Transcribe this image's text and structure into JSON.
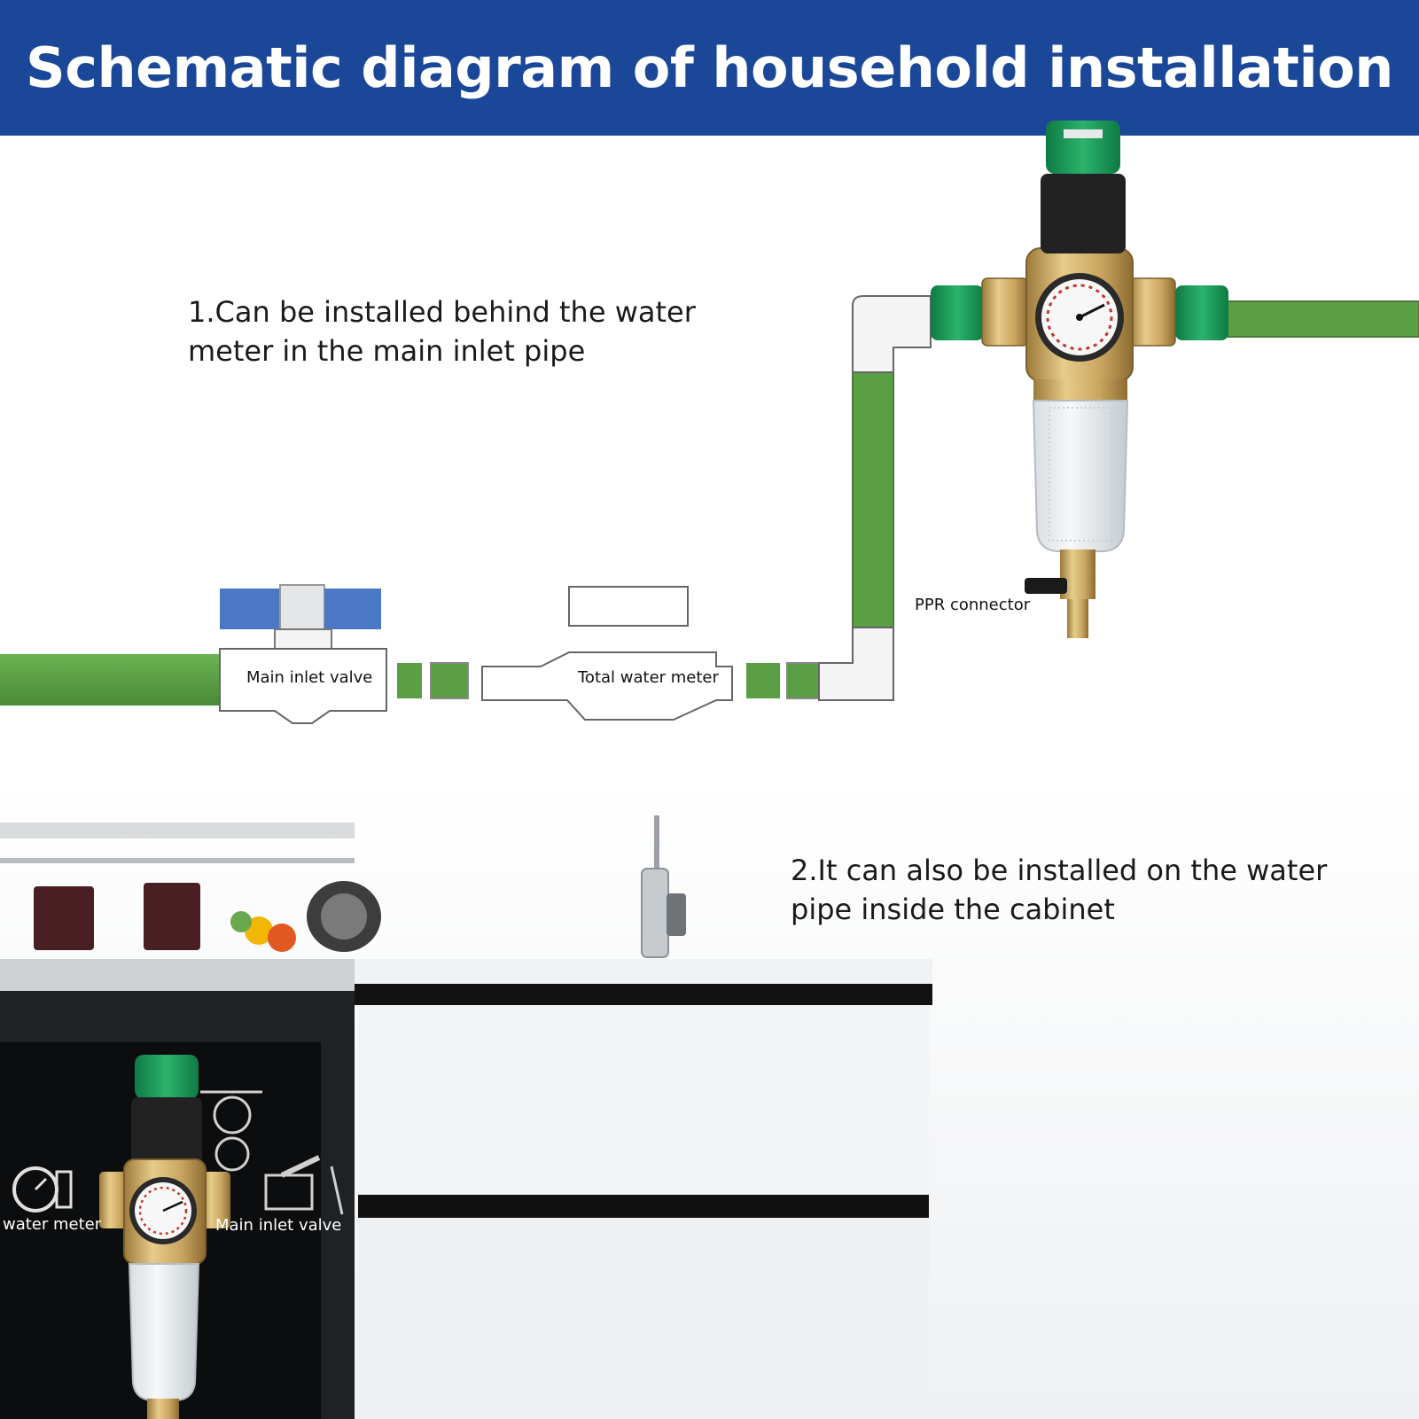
{
  "header": {
    "title": "Schematic diagram of household installation"
  },
  "colors": {
    "header_bg": "#1b4799",
    "pipe_green": "#5a9e45",
    "fitting_green": "#1f9a58",
    "brass": "#c9a660",
    "cabinet_dark": "#1f2224",
    "valve_blue": "#4a78c4"
  },
  "notes": {
    "note1": "1.Can be installed behind the water meter in the main inlet pipe",
    "note2": "2.It can also be installed on the water pipe inside the cabinet"
  },
  "labels": {
    "main_inlet_valve": "Main inlet valve",
    "total_water_meter": "Total water meter",
    "ppr_connector": "PPR connector",
    "cabinet_water_meter": "water meter",
    "cabinet_main_inlet_valve": "Main inlet valve"
  }
}
